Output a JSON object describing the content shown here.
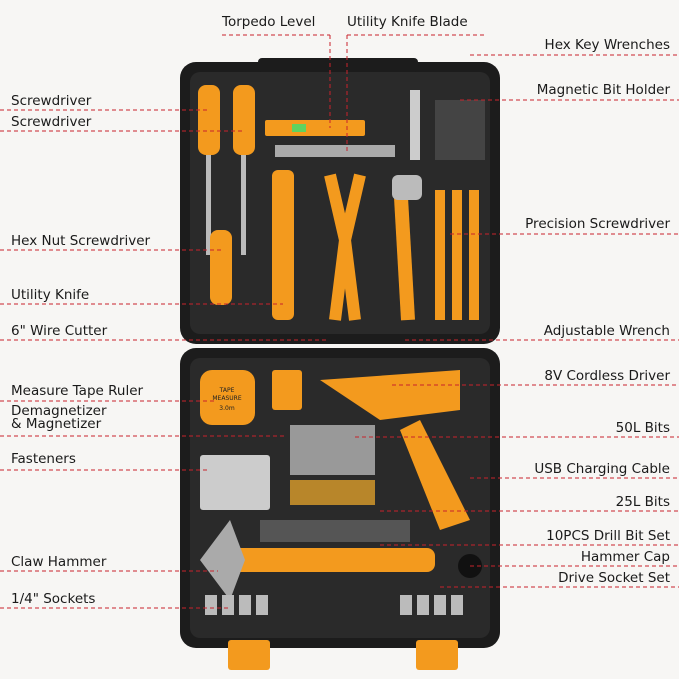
{
  "colors": {
    "accent": "#f39a1e",
    "case": "#1c1c1c",
    "leader_line": "#c8232c"
  },
  "labels_left": [
    "Screwdriver",
    "Screwdriver",
    "Hex Nut Screwdriver",
    "Utility Knife",
    "6\" Wire Cutter",
    "Measure Tape Ruler",
    "Demagnetizer & Magnetizer",
    "Fasteners",
    "Claw Hammer",
    "1/4\" Sockets"
  ],
  "labels_top": [
    "Torpedo Level",
    "Utility Knife Blade"
  ],
  "labels_right": [
    "Hex Key Wrenches",
    "Magnetic Bit Holder",
    "Precision Screwdriver",
    "Adjustable Wrench",
    "8V Cordless Driver",
    "50L Bits",
    "USB Charging Cable",
    "25L Bits",
    "10PCS Drill Bit Set",
    "Hammer Cap",
    "Drive Socket Set"
  ],
  "tape_measure": {
    "line1": "TAPE",
    "line2": "MEASURE",
    "size": "3.0m"
  }
}
